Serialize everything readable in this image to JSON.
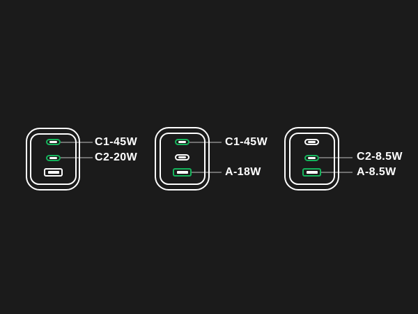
{
  "colors": {
    "background": "#1b1b1b",
    "accent_green": "#15b45c",
    "callout_line": "#6e6e6e",
    "text": "#ffffff",
    "outline_white": "#ffffff"
  },
  "chargers": [
    {
      "id": "charger-1",
      "ports": [
        {
          "type": "usb-c",
          "outline": "green"
        },
        {
          "type": "usb-c",
          "outline": "green"
        },
        {
          "type": "usb-a",
          "outline": "white"
        }
      ],
      "labels": [
        {
          "text": "C1-45W"
        },
        {
          "text": "C2-20W"
        }
      ]
    },
    {
      "id": "charger-2",
      "ports": [
        {
          "type": "usb-c",
          "outline": "green"
        },
        {
          "type": "usb-c",
          "outline": "white"
        },
        {
          "type": "usb-a",
          "outline": "green"
        }
      ],
      "labels": [
        {
          "text": "C1-45W"
        },
        {
          "text": "A-18W"
        }
      ]
    },
    {
      "id": "charger-3",
      "ports": [
        {
          "type": "usb-c",
          "outline": "white"
        },
        {
          "type": "usb-c",
          "outline": "green"
        },
        {
          "type": "usb-a",
          "outline": "green"
        }
      ],
      "labels": [
        {
          "text": "C2-8.5W"
        },
        {
          "text": "A-8.5W"
        }
      ]
    }
  ]
}
